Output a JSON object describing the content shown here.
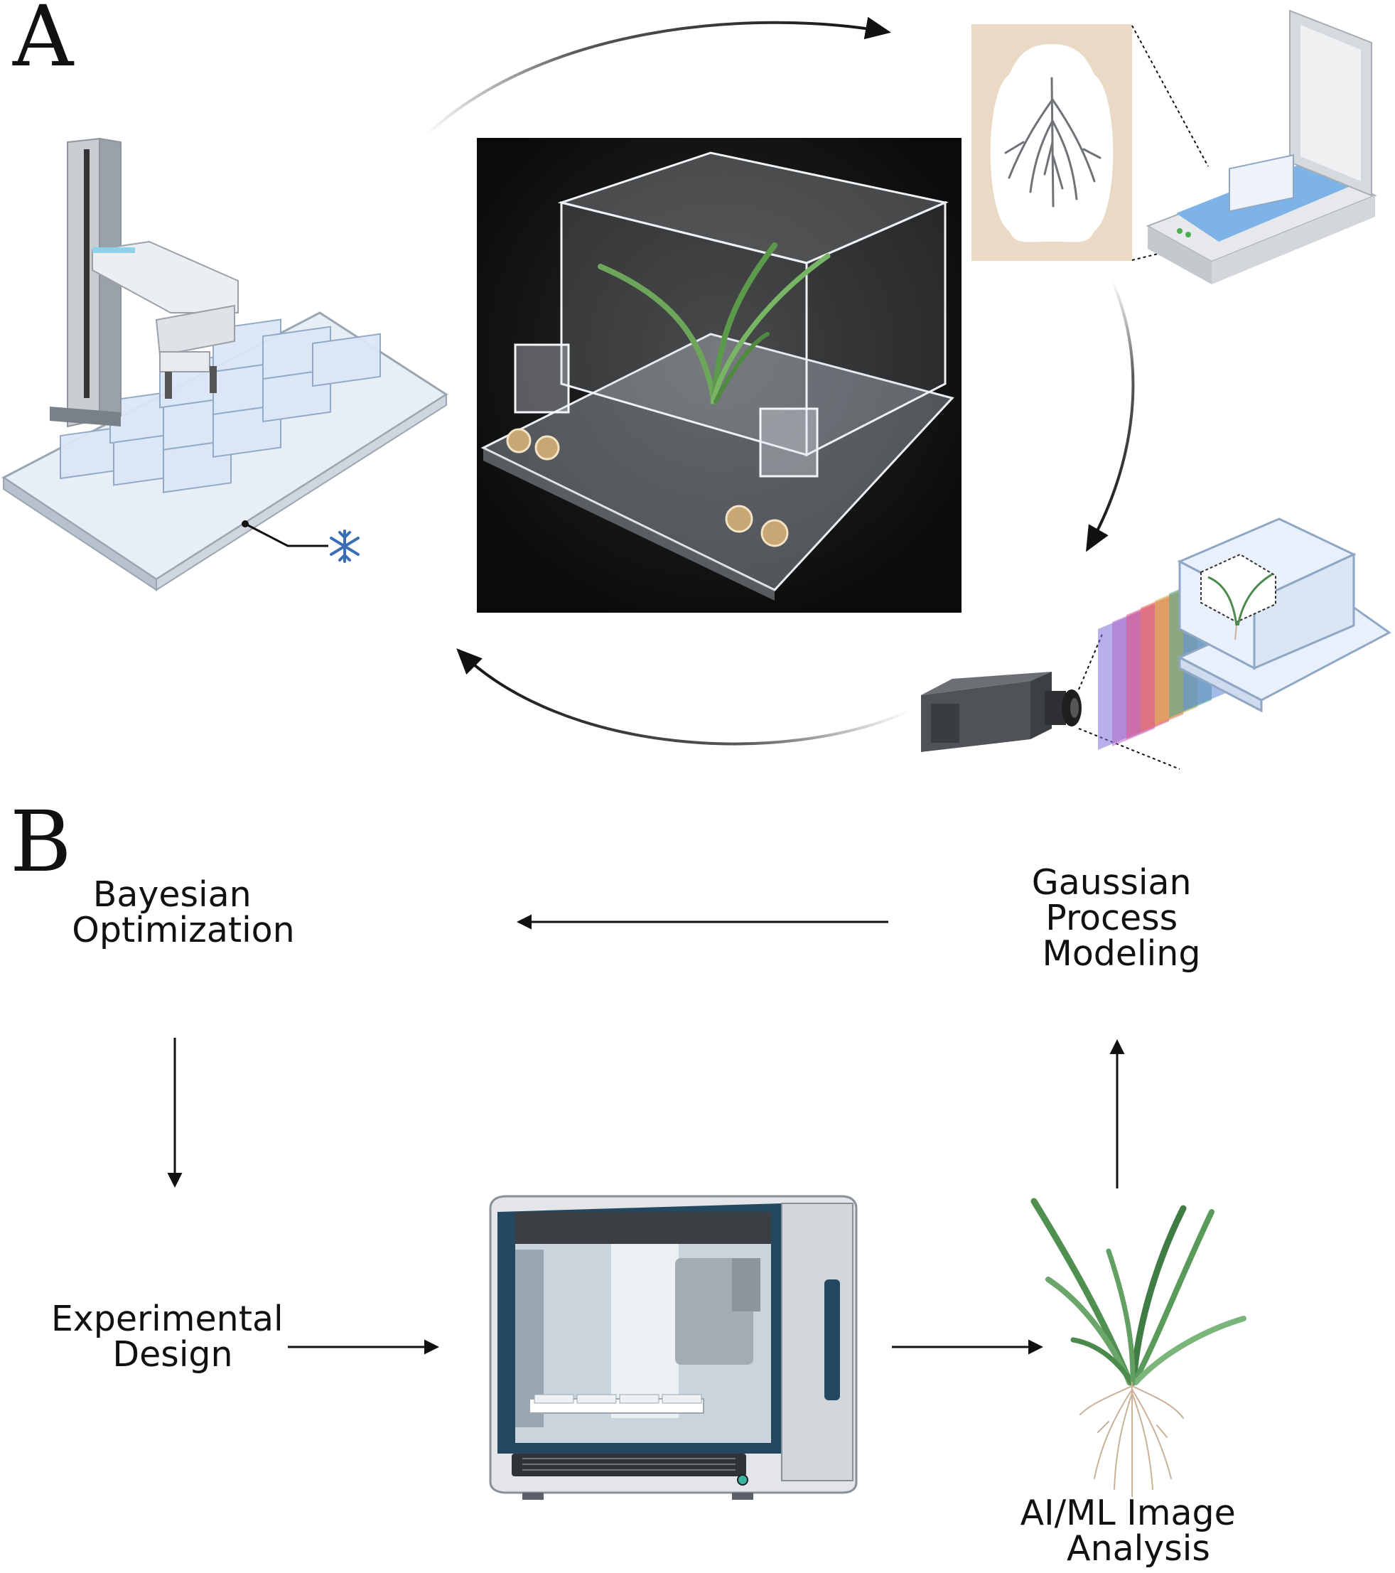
{
  "panel_a": {
    "letter": "A",
    "icons": [
      "robot-arm-icon",
      "snowflake-icon",
      "ecofab-chamber-photo",
      "root-scan-icon",
      "flatbed-scanner-icon",
      "hyperspectral-camera-icon",
      "spectral-bands-icon"
    ]
  },
  "panel_b": {
    "letter": "B",
    "bayesian_optimization": [
      "Bayesian",
      "Optimization"
    ],
    "gaussian_process_modeling": [
      "Gaussian",
      "Process",
      "Modeling"
    ],
    "experimental_design": [
      "Experimental",
      "Design"
    ],
    "ai_ml_image_analysis": [
      "AI/ML Image",
      "Analysis"
    ],
    "icons": [
      "liquid-handler-robot-icon",
      "grass-plant-icon"
    ]
  },
  "colors": {
    "ink": "#111111",
    "plant_green": "#4a8a4a",
    "chamber_blue": "#d8e6f5",
    "root_brown": "#c9b19a",
    "scan_tan": "#ead9c5",
    "robot_teal": "#23485f"
  }
}
